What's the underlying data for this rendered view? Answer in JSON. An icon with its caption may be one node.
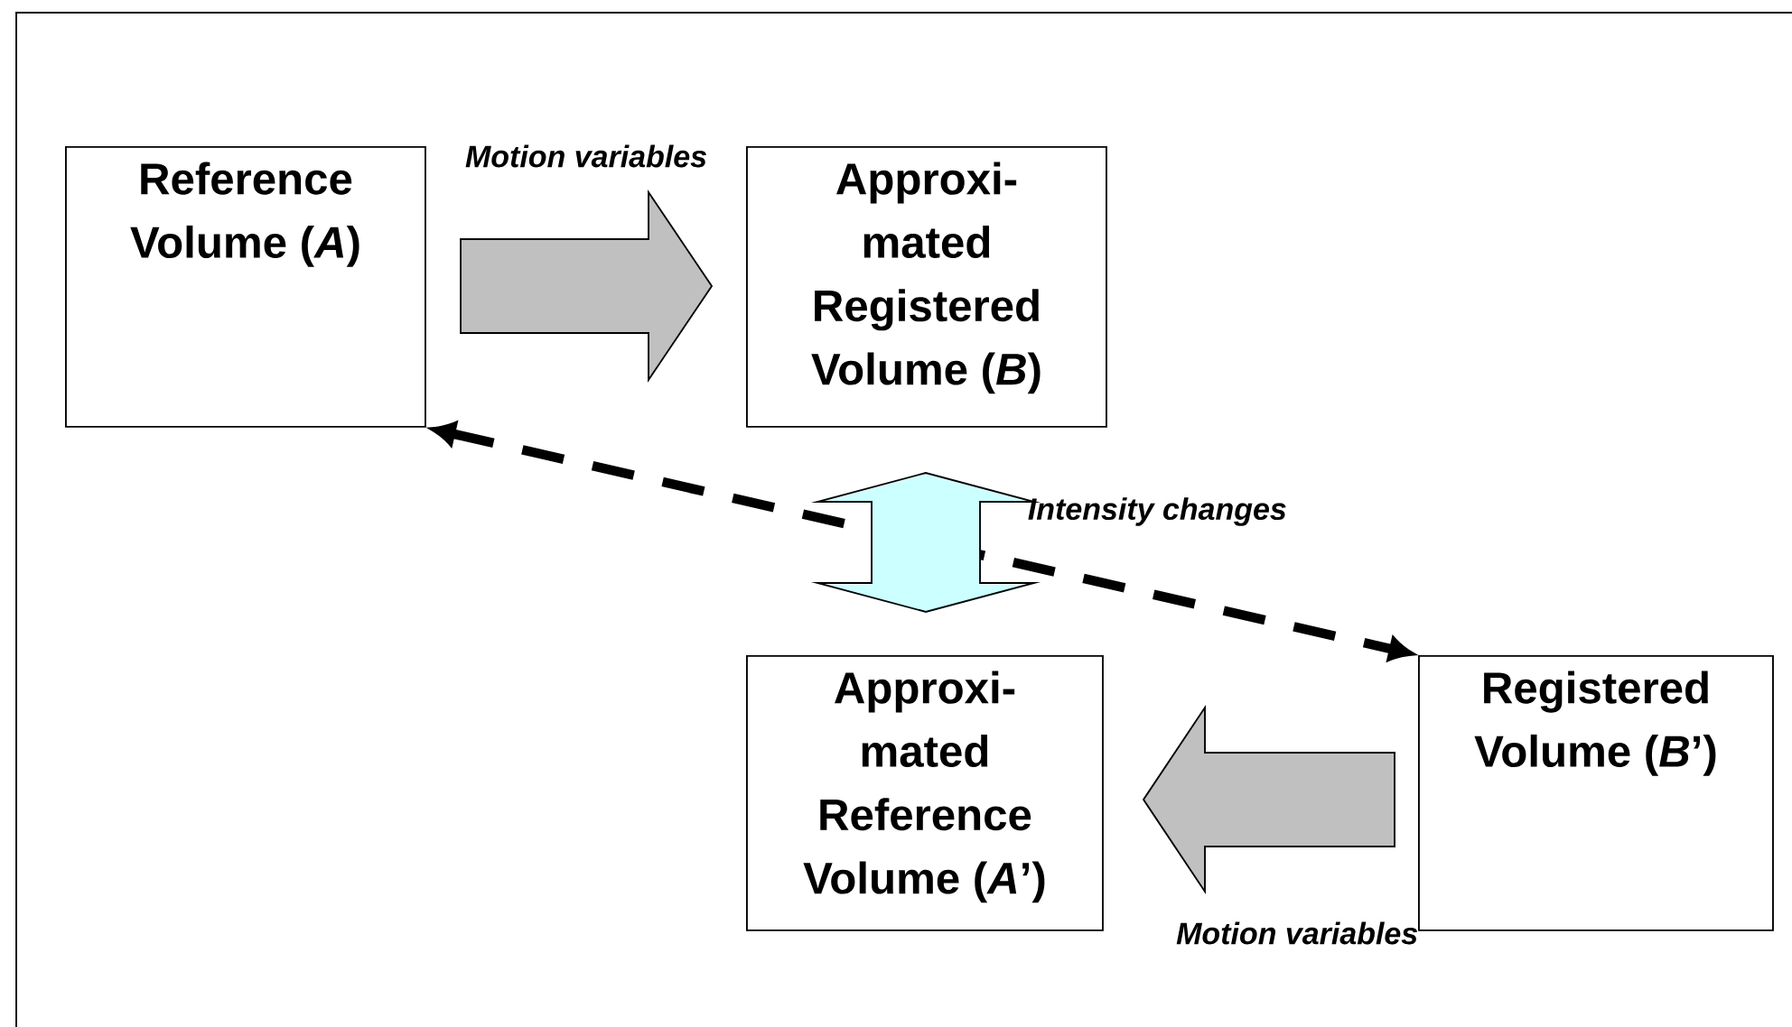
{
  "diagram": {
    "nodes": [
      {
        "text": [
          "Reference Volume (*A*)"
        ]
      },
      {
        "text": [
          "Approxi- mated Registered Volume (*B*)"
        ]
      },
      {
        "text": [
          "Approxi- mated Reference Volume (*A*’)"
        ]
      },
      {
        "text": [
          "Registered Volume (*B*’)"
        ]
      }
    ],
    "edges": [
      {
        "from": 0,
        "to": 1,
        "arrow": "to",
        "label": "Motion variables"
      },
      {
        "from": 0,
        "to": 3,
        "arrow": "both",
        "style": "dashed",
        "color": "#000000"
      },
      {
        "from": 1,
        "to": 2,
        "arrow": "both",
        "label": "Intensity changes",
        "color": "#ccffff"
      },
      {
        "from": 3,
        "to": 2,
        "arrow": "to",
        "label": "Motion variables"
      }
    ]
  }
}
